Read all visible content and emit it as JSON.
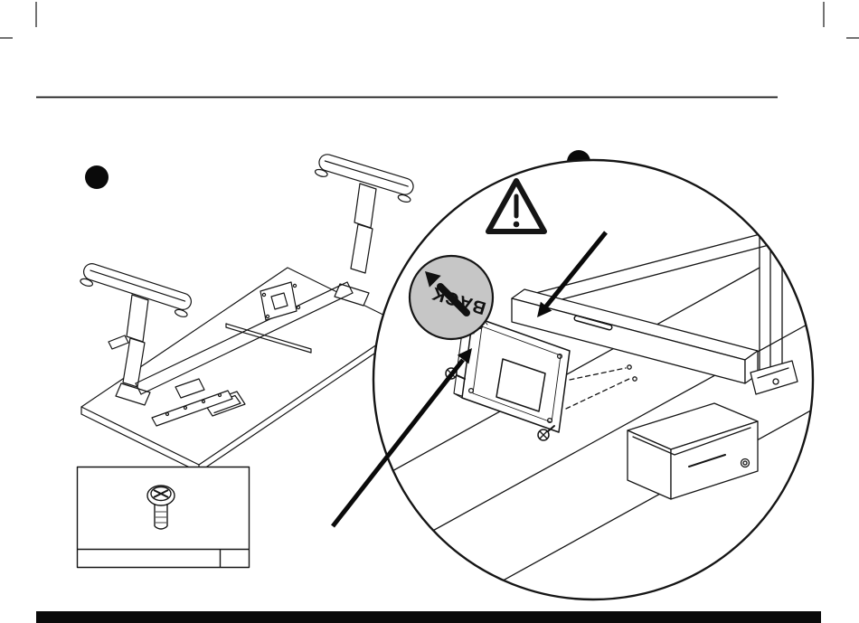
{
  "illustration": {
    "back_label": "BACK",
    "step_marker_count": 2
  },
  "icons": {
    "warning": "warning-triangle",
    "back_arrow": "arrow-up-left",
    "step_marker": "filled-circle"
  },
  "parts_box": {
    "item_count": 1,
    "part": "screw"
  },
  "colors": {
    "ink": "#151515",
    "paper": "#ffffff",
    "callout_fill": "#c6c6c6",
    "footer_bar": "#0a0a0a"
  }
}
